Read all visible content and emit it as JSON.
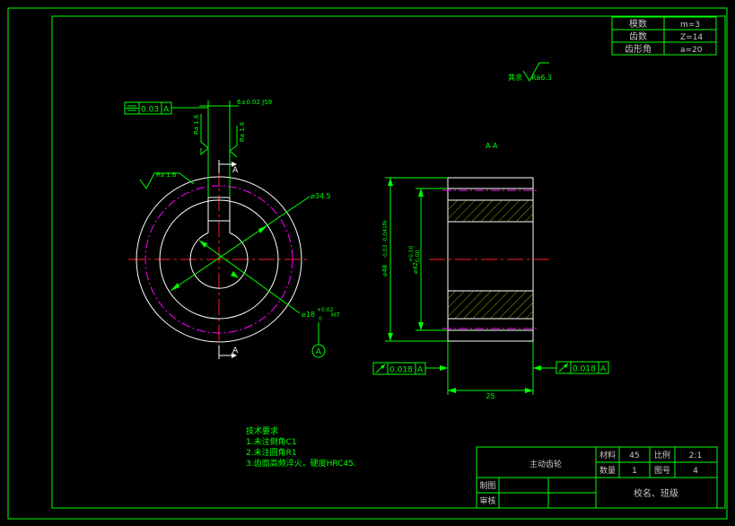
{
  "param_table": {
    "rows": [
      {
        "label": "模数",
        "value": "m=3"
      },
      {
        "label": "齿数",
        "value": "Z=14"
      },
      {
        "label": "齿形角",
        "value": "a=20"
      }
    ]
  },
  "roughness_note": {
    "prefix": "其余",
    "value": "Ra6.3"
  },
  "section_label": "A-A",
  "front_view": {
    "symmetry_tol": {
      "value": "0.03",
      "datum": "A"
    },
    "keyway_dim": "6±0.02 JS9",
    "ra_left": "Ra 1.6",
    "ra_right": "Ra 1.6",
    "ra_outer": "Ra 1.6",
    "section_mark_top": "A",
    "section_mark_bottom": "A",
    "dia_outer": "⌀34.5",
    "dia_bore": "⌀18",
    "bore_tol_upper": "+0.02",
    "bore_tol_lower": "0",
    "bore_fit": "H7",
    "datum": "A"
  },
  "section_view": {
    "dia_outer": "⌀48",
    "dia_outer_tol": "-0.03 -0.041f6",
    "dia_inner": "⌀42",
    "dia_inner_tol_upper": "+0.10",
    "dia_inner_tol_lower": "0.00",
    "runout_left": {
      "value": "0.018",
      "datum": "A"
    },
    "runout_right": {
      "value": "0.018",
      "datum": "A"
    },
    "width": "25"
  },
  "tech_req": {
    "title": "技术要求",
    "items": [
      "1.未注倒角C1",
      "2.未注圆角R1",
      "3.齿面高频淬火，硬度HRC45."
    ]
  },
  "title_block": {
    "part_name": "主动齿轮",
    "material_label": "材料",
    "material": "45",
    "scale_label": "比例",
    "scale": "2:1",
    "qty_label": "数量",
    "qty": "1",
    "drawing_no_label": "图号",
    "drawing_no": "4",
    "drawn_label": "制图",
    "checked_label": "审核",
    "school": "校名、班级"
  }
}
